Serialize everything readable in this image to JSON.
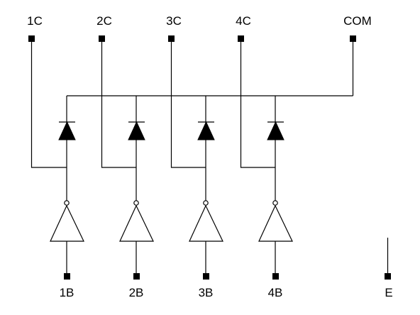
{
  "pins": {
    "top": [
      "1C",
      "2C",
      "3C",
      "4C",
      "COM"
    ],
    "bottom": [
      "1B",
      "2B",
      "3B",
      "4B",
      "E"
    ]
  },
  "colors": {
    "line": "#000000",
    "background": "#ffffff"
  }
}
